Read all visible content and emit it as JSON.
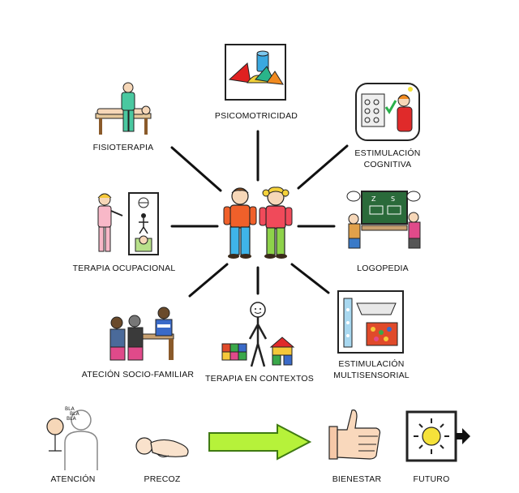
{
  "center": {
    "name": "children"
  },
  "therapies": {
    "psicomotricidad": "PSICOMOTRICIDAD",
    "fisioterapia": "FISIOTERAPIA",
    "estimulacion_cognitiva_1": "ESTIMULACIÓN",
    "estimulacion_cognitiva_2": "COGNITIVA",
    "terapia_ocupacional": "TERAPIA OCUPACIONAL",
    "logopedia": "LOGOPEDIA",
    "atencion_socio_familiar": "ATECIÓN SOCIO-FAMILIAR",
    "terapia_contextos": "TERAPIA EN CONTEXTOS",
    "estimulacion_multisensorial_1": "ESTIMULACIÓN",
    "estimulacion_multisensorial_2": "MULTISENSORIAL"
  },
  "bottom": {
    "atencion": "ATENCIÓN",
    "precoz": "PRECOZ",
    "bienestar": "BIENESTAR",
    "futuro": "FUTURO",
    "bla": "BLA"
  },
  "colors": {
    "arrow_fill": "#b6f23a",
    "arrow_stroke": "#3f7a12",
    "line": "#111111"
  }
}
